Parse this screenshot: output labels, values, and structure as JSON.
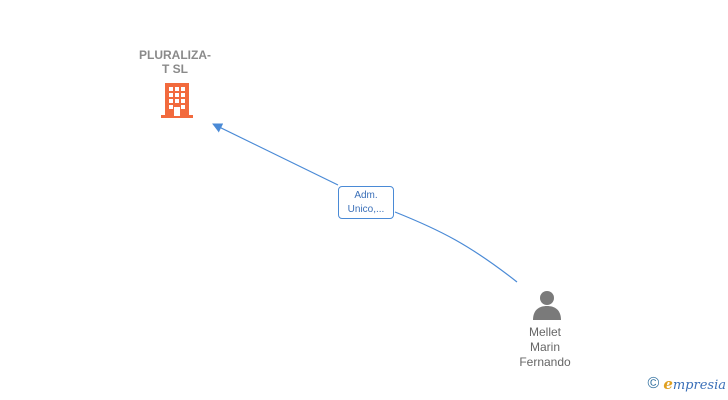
{
  "company": {
    "name": "PLURALIZA-\nT SL",
    "icon": "building-icon",
    "color": "#f26a3d"
  },
  "person": {
    "name_lines": [
      "Mellet",
      "Marin",
      "Fernando"
    ],
    "icon": "person-icon",
    "color": "#7a7a7a"
  },
  "relation": {
    "label_lines": [
      "Adm.",
      "Unico,..."
    ],
    "color": "#4a8ad6"
  },
  "watermark": {
    "symbol": "©",
    "brand_initial": "e",
    "brand_rest": "mpresia"
  }
}
